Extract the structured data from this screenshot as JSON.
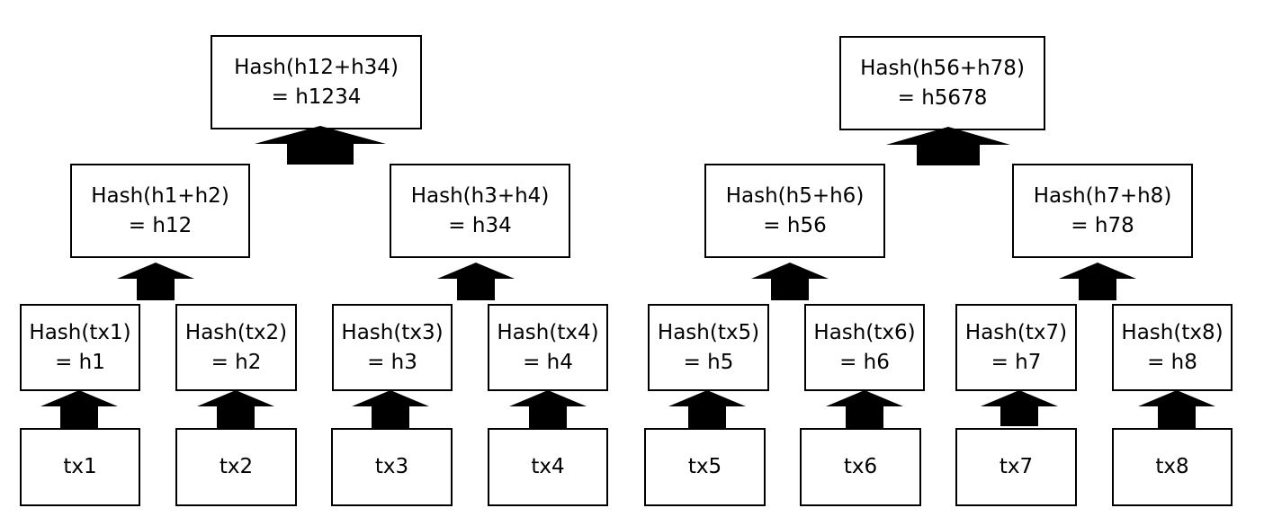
{
  "colors": {
    "line": "#000000",
    "fill": "#000000",
    "background": "#ffffff"
  },
  "roots": [
    {
      "line1": "Hash(h12+h34)",
      "line2": "= h1234"
    },
    {
      "line1": "Hash(h56+h78)",
      "line2": "= h5678"
    }
  ],
  "pairs": [
    {
      "line1": "Hash(h1+h2)",
      "line2": "= h12"
    },
    {
      "line1": "Hash(h3+h4)",
      "line2": "= h34"
    },
    {
      "line1": "Hash(h5+h6)",
      "line2": "= h56"
    },
    {
      "line1": "Hash(h7+h8)",
      "line2": "= h78"
    }
  ],
  "leaf_hashes": [
    {
      "line1": "Hash(tx1)",
      "line2": "= h1"
    },
    {
      "line1": "Hash(tx2)",
      "line2": "= h2"
    },
    {
      "line1": "Hash(tx3)",
      "line2": "= h3"
    },
    {
      "line1": "Hash(tx4)",
      "line2": "= h4"
    },
    {
      "line1": "Hash(tx5)",
      "line2": "= h5"
    },
    {
      "line1": "Hash(tx6)",
      "line2": "= h6"
    },
    {
      "line1": "Hash(tx7)",
      "line2": "= h7"
    },
    {
      "line1": "Hash(tx8)",
      "line2": "= h8"
    }
  ],
  "transactions": [
    "tx1",
    "tx2",
    "tx3",
    "tx4",
    "tx5",
    "tx6",
    "tx7",
    "tx8"
  ]
}
